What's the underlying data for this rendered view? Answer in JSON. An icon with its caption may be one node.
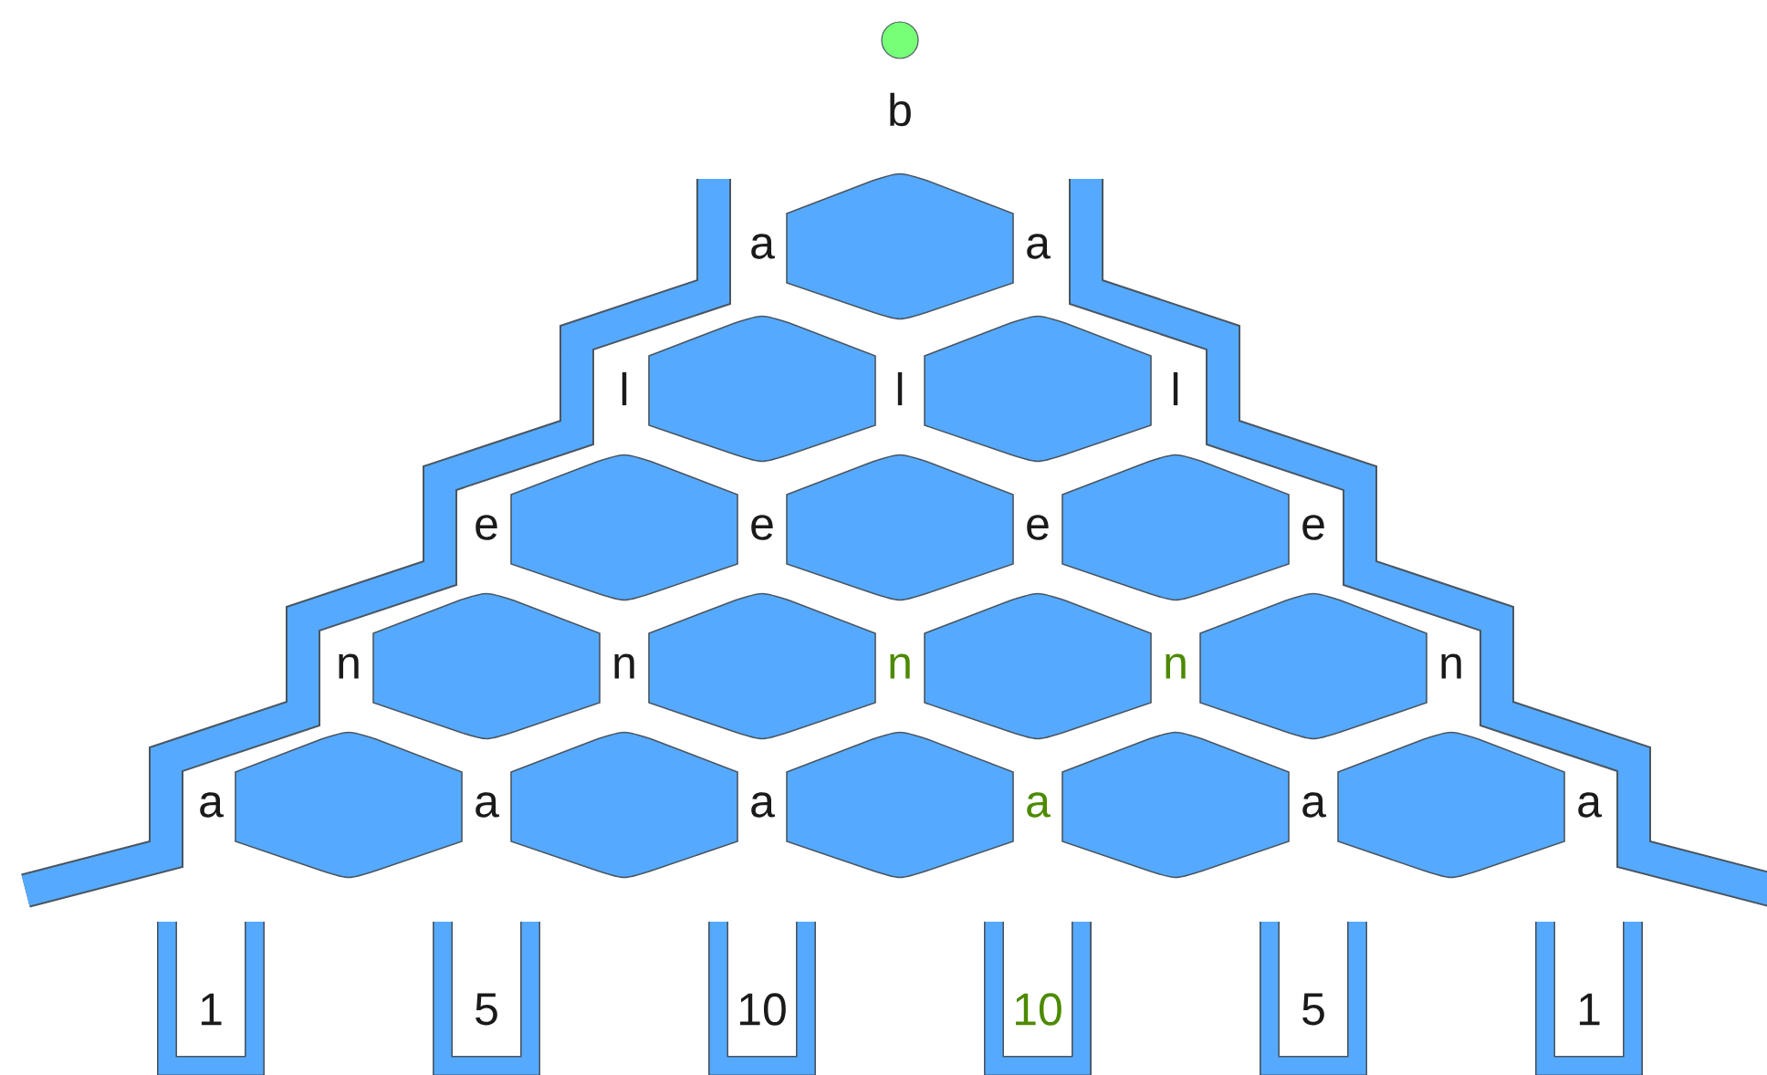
{
  "diagram": {
    "nodes": [
      {
        "text": [
          "1"
        ]
      },
      {
        "text": [
          "5"
        ]
      },
      {
        "text": [
          "10"
        ]
      },
      {
        "text": [
          "10"
        ]
      },
      {
        "text": [
          "5"
        ]
      },
      {
        "text": [
          "1"
        ]
      }
    ],
    "edges": [],
    "labels": [
      "b",
      "a",
      "a",
      "l",
      "l",
      "l",
      "e",
      "e",
      "e",
      "e",
      "n",
      "n",
      "n",
      "n",
      "n",
      "a",
      "a",
      "a",
      "a",
      "a",
      "a"
    ]
  }
}
